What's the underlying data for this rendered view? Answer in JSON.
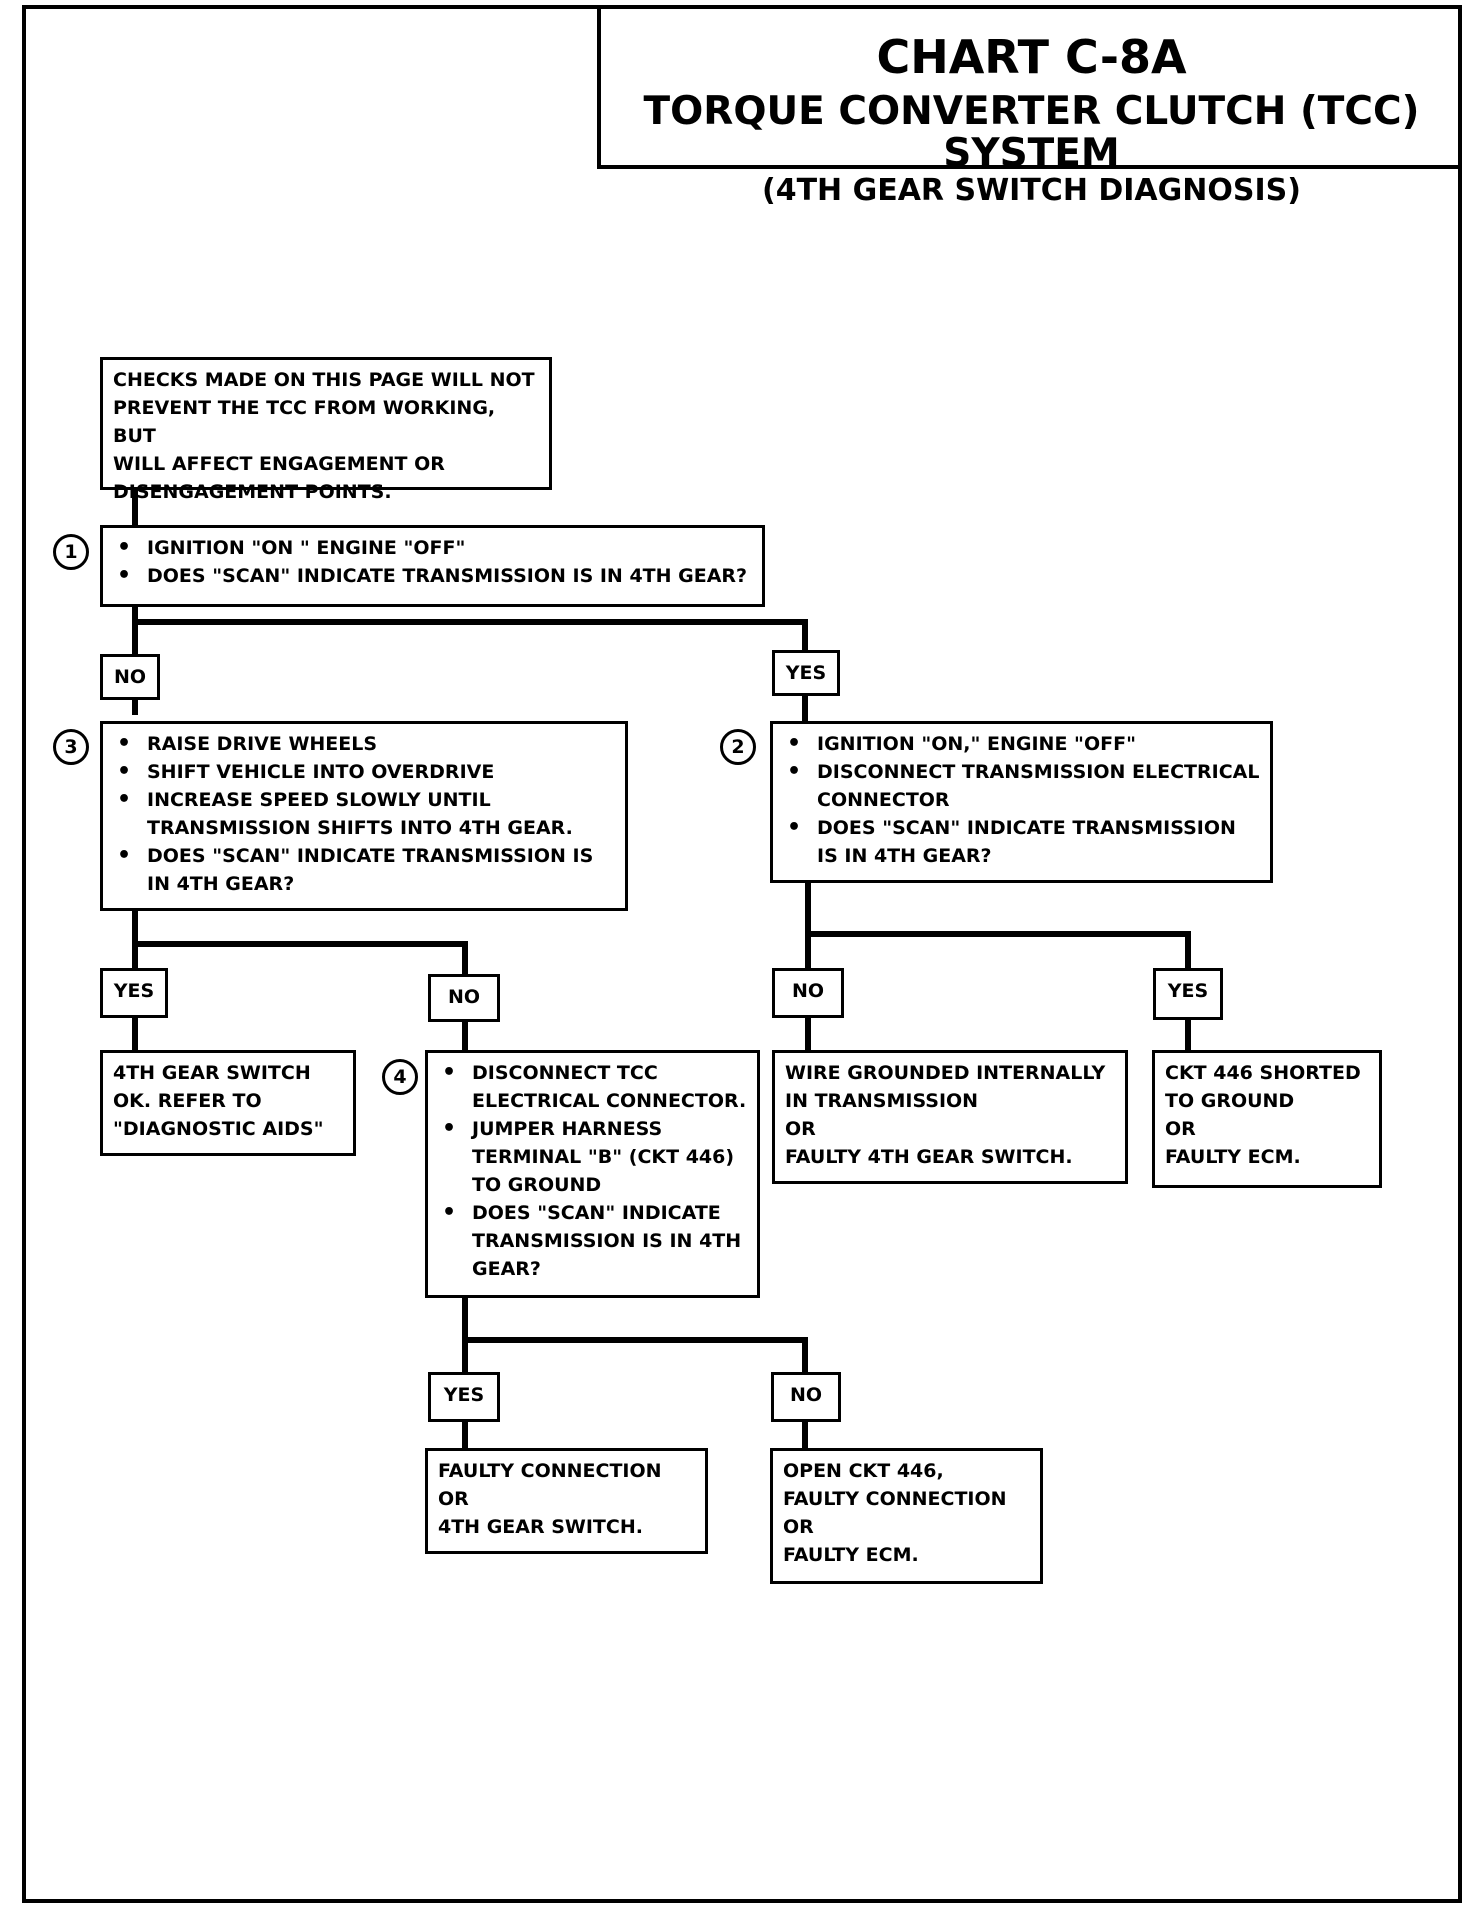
{
  "header": {
    "chart_id": "CHART C-8A",
    "title": "TORQUE CONVERTER CLUTCH (TCC) SYSTEM",
    "subtitle": "(4TH GEAR SWITCH DIAGNOSIS)"
  },
  "intro": {
    "lines": [
      "CHECKS MADE ON THIS PAGE WILL NOT",
      "PREVENT THE TCC FROM WORKING, BUT",
      "WILL AFFECT ENGAGEMENT OR",
      "DISENGAGEMENT POINTS."
    ]
  },
  "step1": {
    "number": "1",
    "bullets": [
      "IGNITION \"ON \" ENGINE \"OFF\"",
      "DOES \"SCAN\" INDICATE TRANSMISSION IS IN 4TH GEAR?"
    ]
  },
  "step2": {
    "number": "2",
    "bullets": [
      "IGNITION \"ON,\" ENGINE \"OFF\"",
      "DISCONNECT TRANSMISSION ELECTRICAL CONNECTOR",
      "DOES \"SCAN\" INDICATE TRANSMISSION IS IN 4TH GEAR?"
    ]
  },
  "step3": {
    "number": "3",
    "bullets": [
      "RAISE DRIVE WHEELS",
      "SHIFT VEHICLE INTO OVERDRIVE",
      "INCREASE SPEED SLOWLY UNTIL TRANSMISSION SHIFTS INTO 4TH GEAR.",
      "DOES \"SCAN\" INDICATE TRANSMISSION IS IN 4TH GEAR?"
    ]
  },
  "step4": {
    "number": "4",
    "bullets": [
      "DISCONNECT TCC ELECTRICAL CONNECTOR.",
      "JUMPER HARNESS TERMINAL \"B\" (CKT 446) TO GROUND",
      "DOES \"SCAN\" INDICATE TRANSMISSION IS IN 4TH GEAR?"
    ]
  },
  "labels": {
    "s1_no": "NO",
    "s1_yes": "YES",
    "s3_yes": "YES",
    "s3_no": "NO",
    "s2_no": "NO",
    "s2_yes": "YES",
    "s4_yes": "YES",
    "s4_no": "NO"
  },
  "results": {
    "switch_ok": [
      "4TH GEAR SWITCH",
      "OK.  REFER TO",
      "\"DIAGNOSTIC AIDS\""
    ],
    "wire_grounded": [
      "WIRE GROUNDED INTERNALLY",
      "IN TRANSMISSION",
      "OR",
      "FAULTY 4TH GEAR SWITCH."
    ],
    "ckt_shorted": [
      "CKT 446 SHORTED",
      "TO GROUND",
      "OR",
      "FAULTY ECM."
    ],
    "faulty_connection": [
      "FAULTY CONNECTION",
      "OR",
      "4TH GEAR SWITCH."
    ],
    "open_ckt": [
      "OPEN CKT 446,",
      "FAULTY CONNECTION",
      "OR",
      "FAULTY ECM."
    ]
  }
}
